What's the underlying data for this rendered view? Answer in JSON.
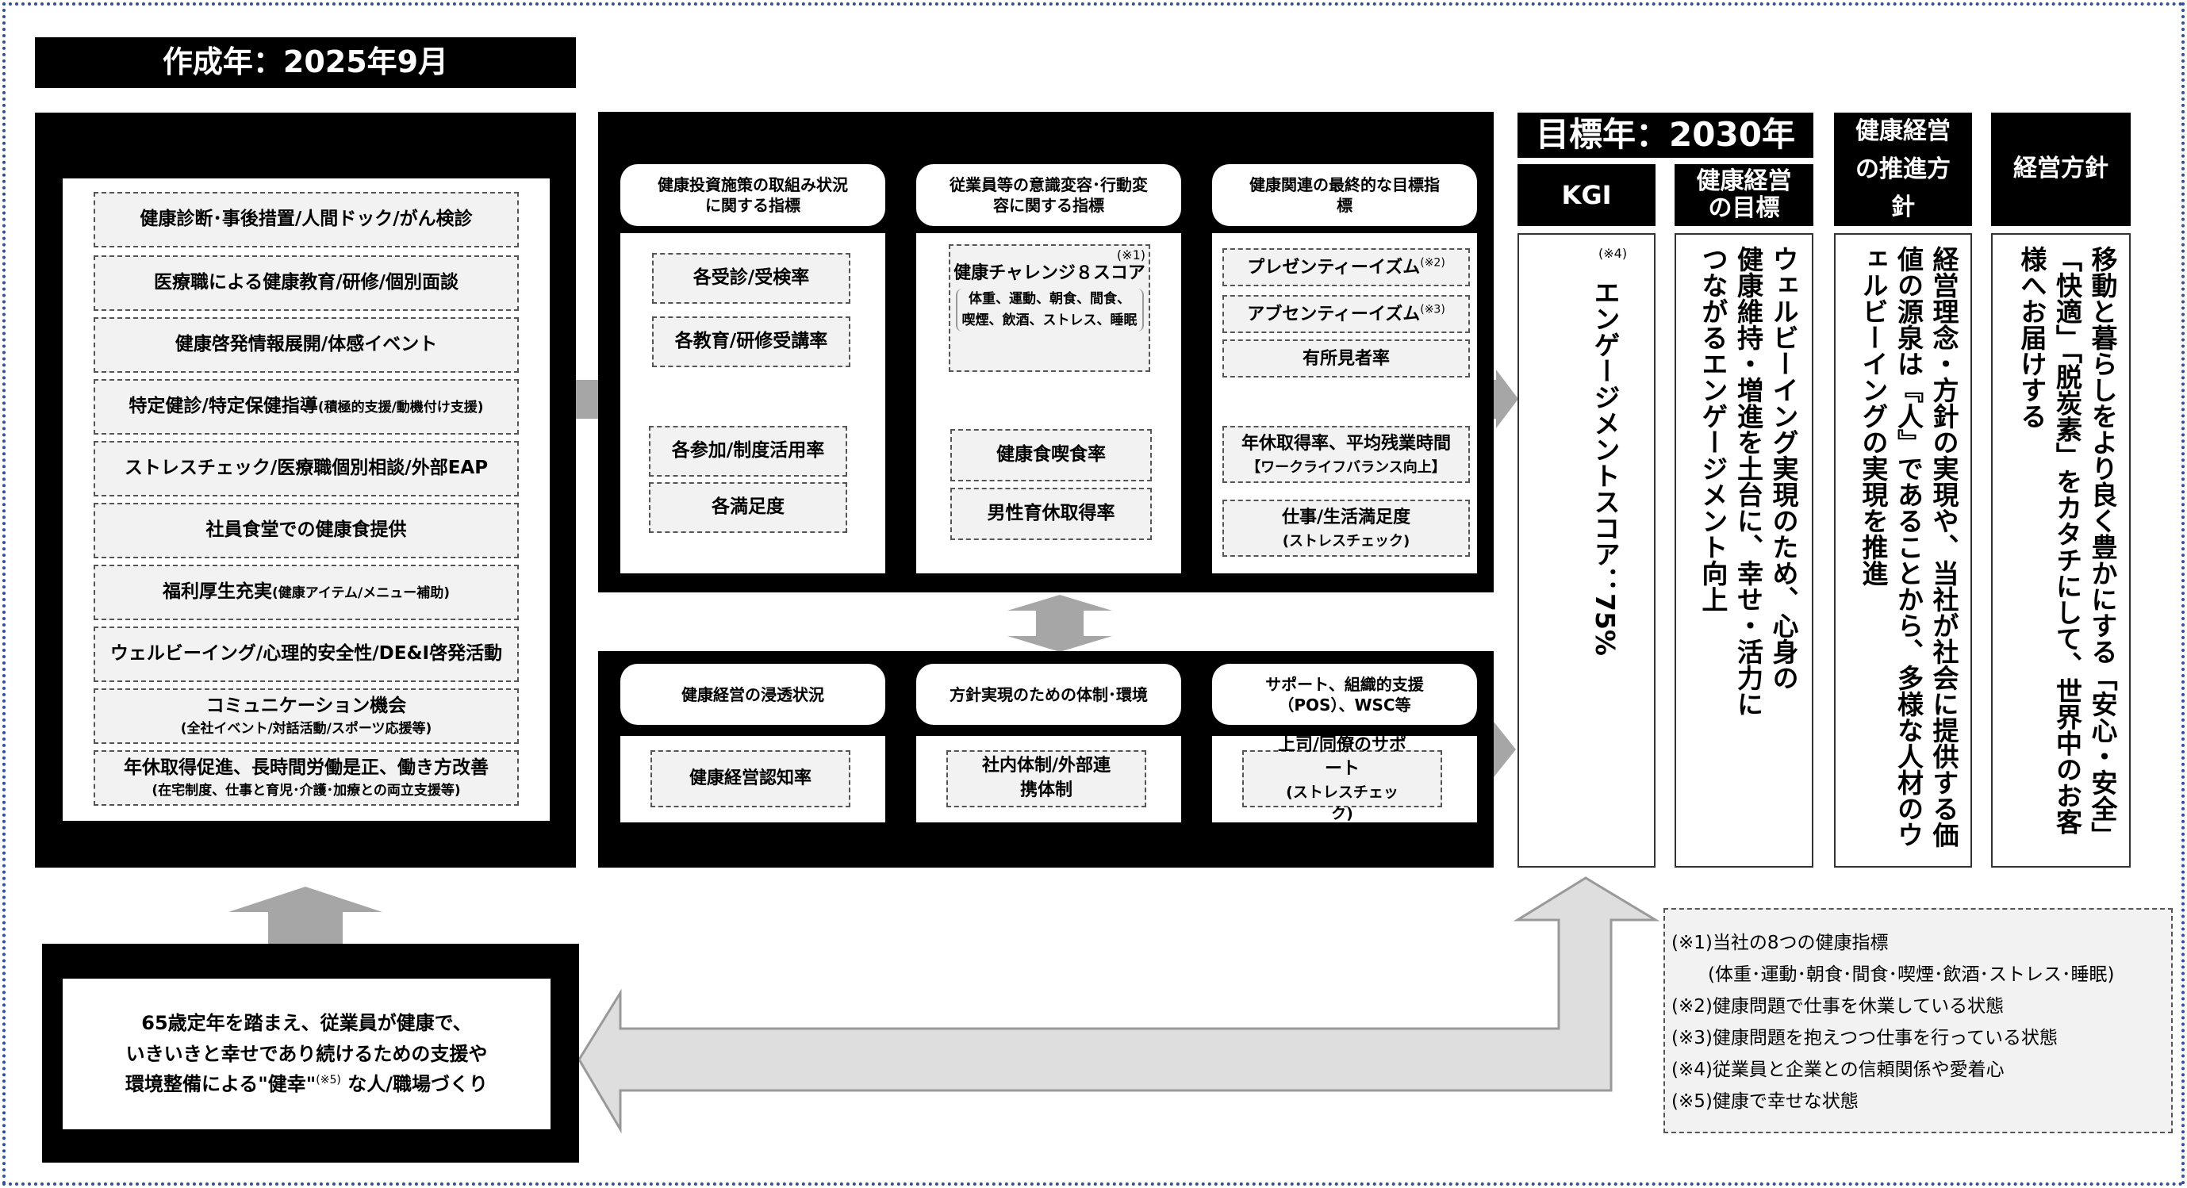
{
  "created": "作成年：2025年9月",
  "initiatives": [
    {
      "main": "健康診断･事後措置/人間ドック/がん検診"
    },
    {
      "main": "医療職による健康教育/研修/個別面談"
    },
    {
      "main": "健康啓発情報展開/体感イベント"
    },
    {
      "main": "特定健診/特定保健指導",
      "sub": "(積極的支援/動機付け支援)"
    },
    {
      "main": "ストレスチェック/医療職個別相談/外部EAP"
    },
    {
      "main": "社員食堂での健康食提供"
    },
    {
      "main": "福利厚生充実",
      "sub": "(健康アイテム/メニュー補助)"
    },
    {
      "main": "ウェルビーイング/心理的安全性/DE&I啓発活動"
    },
    {
      "main": "コミュニケーション機会",
      "sub": "(全社イベント/対話活動/スポーツ応援等)"
    },
    {
      "main": "年休取得促進、長時間労働是正、働き方改善",
      "sub": "(在宅制度、仕事と育児･介護･加療との両立支援等)"
    }
  ],
  "top_columns": [
    {
      "header": "健康投資施策の取組み状況に関する指標",
      "items": [
        "各受診/受検率",
        "各教育/研修受講率",
        "各参加/制度活用率",
        "各満足度"
      ]
    },
    {
      "header": "従業員等の意識変容･行動変容に関する指標",
      "challenge": {
        "note": "(※1)",
        "title": "健康チャレンジ８スコア",
        "detail1": "体重、運動、朝食、間食、",
        "detail2": "喫煙、飲酒、ストレス、睡眠"
      },
      "items": [
        "健康食喫食率",
        "男性育休取得率"
      ]
    },
    {
      "header": "健康関連の最終的な目標指標",
      "items": [
        {
          "text": "プレゼンティーイズム",
          "note": "(※2)"
        },
        {
          "text": "アブセンティーイズム",
          "note": "(※3)"
        },
        {
          "text": "有所見者率"
        },
        {
          "text": "年休取得率、平均残業時間",
          "sub": "【ワークライフバランス向上】"
        },
        {
          "text": "仕事/生活満足度",
          "sub": "(ストレスチェック)"
        }
      ]
    }
  ],
  "bottom_columns": [
    {
      "header": "健康経営の浸透状況",
      "item": "健康経営認知率"
    },
    {
      "header": "方針実現のための体制･環境",
      "item": "社内体制/外部連携体制"
    },
    {
      "header": "サポート、組織的支援（POS）、WSC等",
      "item": "上司/同僚のサポート",
      "sub": "(ストレスチェック)"
    }
  ],
  "target_year": "目標年：2030年",
  "kgi": {
    "header": "KGI",
    "note": "(※4)",
    "text": "エンゲージメントスコア：75%"
  },
  "goal": {
    "header": "健康経営の目標",
    "text1": "ウェルビーイング実現のため、心身の",
    "text2": "健康維持・増進を土台に、幸せ・活力に",
    "text3": "つながるエンゲージメント向上"
  },
  "promotion": {
    "header": "健康経営の推進方針",
    "text": "経営理念・方針の実現や、当社が社会に提供する価値の源泉は『人』であることから、多様な人材のウェルビーイングの実現を推進"
  },
  "policy": {
    "header": "経営方針",
    "text": "移動と暮らしをより良く豊かにする「安心・安全」「快適」「脱炭素」をカタチにして、世界中のお客様へお届けする"
  },
  "vision": {
    "line1": "65歳定年を踏まえ、従業員が健康で、",
    "line2": "いきいきと幸せであり続けるための支援や",
    "line3a": "環境整備による\"健幸\"",
    "note": "(※5)",
    "line3b": " な人/職場づくり"
  },
  "notes": [
    "(※1)当社の8つの健康指標",
    "　　(体重･運動･朝食･間食･喫煙･飲酒･ストレス･睡眠)",
    "(※2)健康問題で仕事を休業している状態",
    "(※3)健康問題を抱えつつ仕事を行っている状態",
    "(※4)従業員と企業との信頼関係や愛着心",
    "(※5)健康で幸せな状態"
  ],
  "colors": {
    "frame": "#2f4f9c",
    "arrow": "#a6a6a6",
    "box": "#f2f2f2"
  }
}
